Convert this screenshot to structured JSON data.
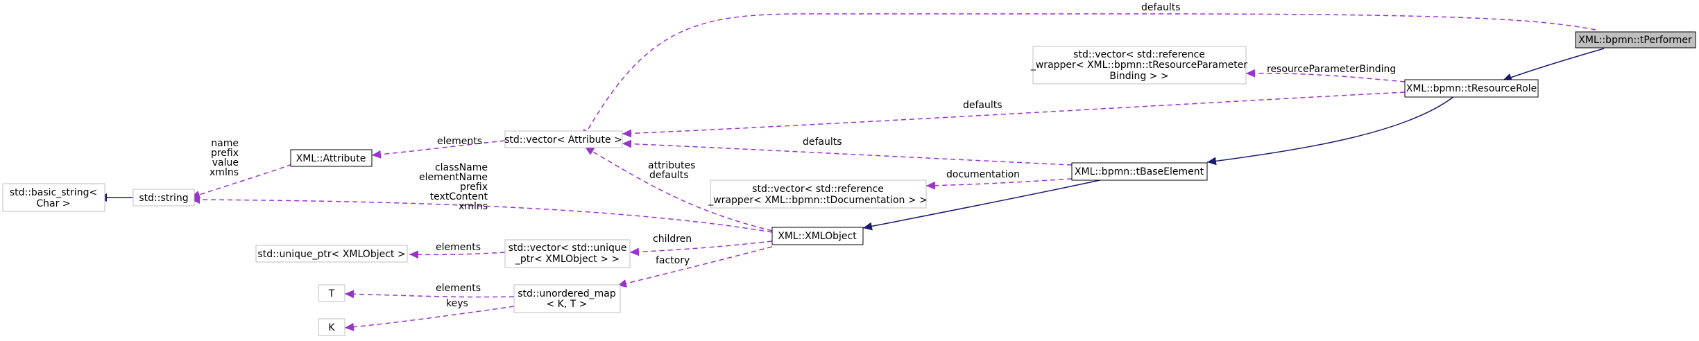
{
  "diagram": {
    "colors": {
      "inheritance_edge": "#191970",
      "usage_edge": "#9a32cd",
      "node_border_documented": "#000000",
      "node_border_external": "#bfbfbf",
      "highlight_fill": "#bfbfbf"
    },
    "nodes": {
      "tPerformer": "XML::bpmn::tPerformer",
      "tResourceRole": "XML::bpmn::tResourceRole",
      "tBaseElement": "XML::bpmn::tBaseElement",
      "XMLObject": "XML::XMLObject",
      "vecResourceParamBinding": [
        "std::vector< std::reference",
        "_wrapper< XML::bpmn::tResourceParameter",
        "Binding > >"
      ],
      "vecAttribute": "std::vector< Attribute >",
      "Attribute": "XML::Attribute",
      "basic_string": [
        "std::basic_string<",
        "Char >"
      ],
      "string": "std::string",
      "vecDocumentation": [
        "std::vector< std::reference",
        "_wrapper< XML::bpmn::tDocumentation > >"
      ],
      "vecUniquePtr": [
        "std::vector< std::unique",
        "_ptr< XMLObject > >"
      ],
      "uniquePtr": "std::unique_ptr< XMLObject >",
      "unorderedMap": [
        "std::unordered_map",
        "< K, T >"
      ],
      "T": "T",
      "K": "K"
    },
    "edge_labels": {
      "defaults_top": "defaults",
      "resourceParameterBinding": "resourceParameterBinding",
      "defaults_role": "defaults",
      "defaults_base": "defaults",
      "documentation": "documentation",
      "elements_attr": "elements",
      "attr_members": [
        "name",
        "prefix",
        "value",
        "xmlns"
      ],
      "string_members": [
        "className",
        "elementName",
        "prefix",
        "textContent",
        "xmlns"
      ],
      "attributes_defaults": [
        "attributes",
        "defaults"
      ],
      "children": "children",
      "elements_uptr": "elements",
      "factory": "factory",
      "elements_T": "elements",
      "keys": "keys"
    }
  }
}
